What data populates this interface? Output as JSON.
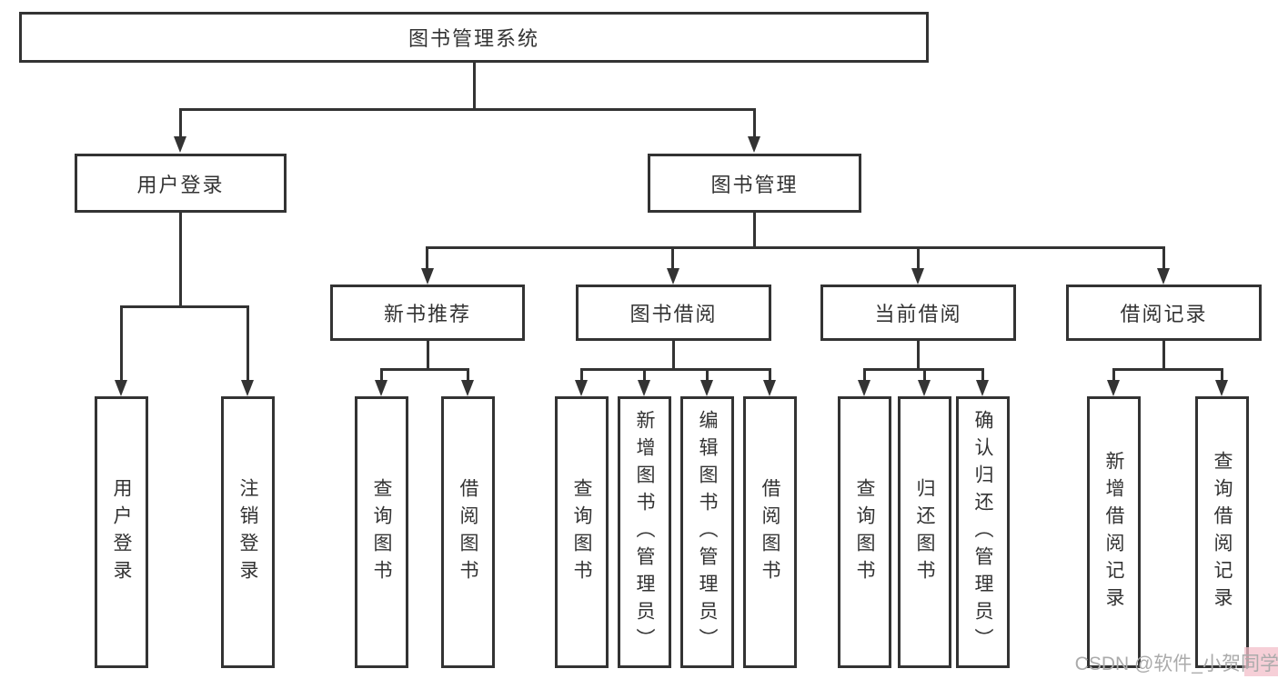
{
  "diagram_title": "图书管理系统",
  "colors": {
    "line": "#333333",
    "text": "#333333",
    "background": "#ffffff",
    "watermark": "#ababab",
    "watermark_highlight": "#f3bfc9"
  },
  "tree": {
    "root": {
      "label": "图书管理系统"
    },
    "branches": [
      {
        "label": "用户登录",
        "children": [
          {
            "label": "用户登录"
          },
          {
            "label": "注销登录"
          }
        ]
      },
      {
        "label": "图书管理",
        "children": [
          {
            "label": "新书推荐",
            "children": [
              {
                "label": "查询图书"
              },
              {
                "label": "借阅图书"
              }
            ]
          },
          {
            "label": "图书借阅",
            "children": [
              {
                "label": "查询图书"
              },
              {
                "label": "新增图书（管理员）"
              },
              {
                "label": "编辑图书（管理员）"
              },
              {
                "label": "借阅图书"
              }
            ]
          },
          {
            "label": "当前借阅",
            "children": [
              {
                "label": "查询图书"
              },
              {
                "label": "归还图书"
              },
              {
                "label": "确认归还（管理员）"
              }
            ]
          },
          {
            "label": "借阅记录",
            "children": [
              {
                "label": "新增借阅记录"
              },
              {
                "label": "查询借阅记录"
              }
            ]
          }
        ]
      }
    ]
  },
  "watermark": {
    "text": "CSDN @软件_小贺同学"
  }
}
